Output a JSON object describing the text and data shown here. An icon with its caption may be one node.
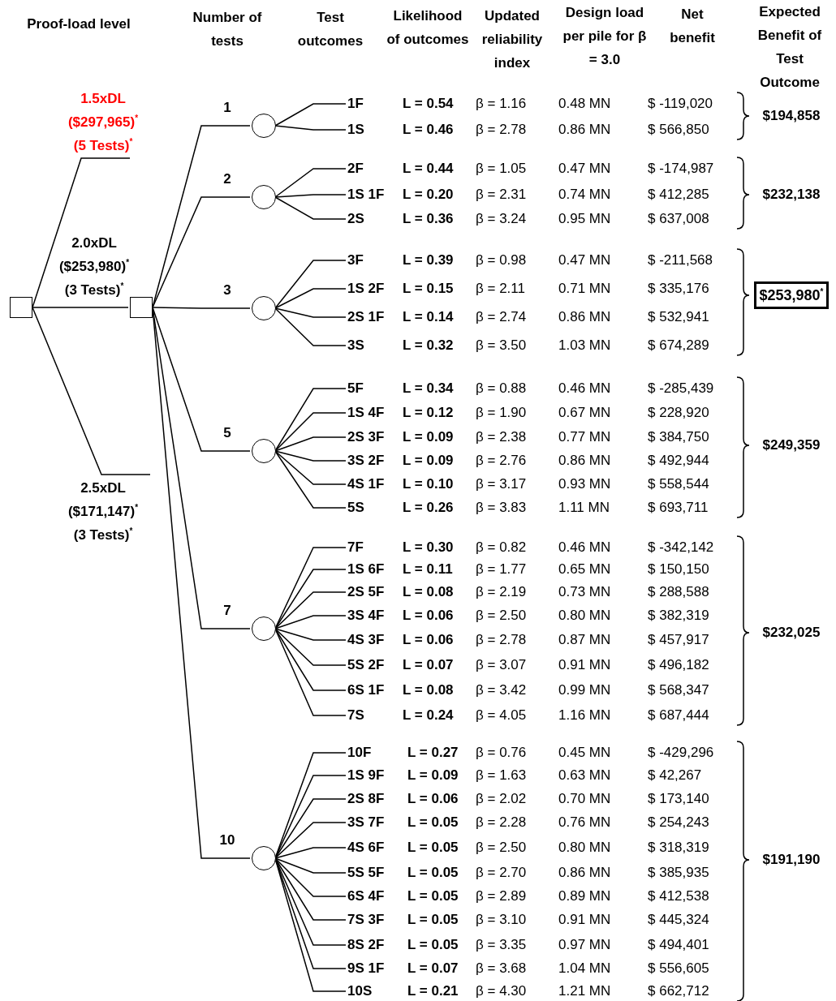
{
  "diagram": {
    "nodes": [
      {
        "text": [],
        "shape": "box"
      },
      {
        "text": [],
        "shape": "box"
      },
      {
        "text": [],
        "shape": "circle"
      },
      {
        "text": [],
        "shape": "circle"
      },
      {
        "text": [],
        "shape": "circle"
      },
      {
        "text": [],
        "shape": "circle"
      },
      {
        "text": [],
        "shape": "circle"
      },
      {
        "text": [],
        "shape": "circle"
      },
      {
        "text": [
          "1F"
        ]
      },
      {
        "text": [
          "1S"
        ]
      },
      {
        "text": [
          "2F"
        ]
      },
      {
        "text": [
          "1S 1F"
        ]
      },
      {
        "text": [
          "2S"
        ]
      },
      {
        "text": [
          "3F"
        ]
      },
      {
        "text": [
          "1S 2F"
        ]
      },
      {
        "text": [
          "2S 1F"
        ]
      },
      {
        "text": [
          "3S"
        ]
      },
      {
        "text": [
          "5F"
        ]
      },
      {
        "text": [
          "1S 4F"
        ]
      },
      {
        "text": [
          "2S 3F"
        ]
      },
      {
        "text": [
          "3S 2F"
        ]
      },
      {
        "text": [
          "4S 1F"
        ]
      },
      {
        "text": [
          "5S"
        ]
      },
      {
        "text": [
          "7F"
        ]
      },
      {
        "text": [
          "1S 6F"
        ]
      },
      {
        "text": [
          "2S 5F"
        ]
      },
      {
        "text": [
          "3S 4F"
        ]
      },
      {
        "text": [
          "4S 3F"
        ]
      },
      {
        "text": [
          "5S 2F"
        ]
      },
      {
        "text": [
          "6S 1F"
        ]
      },
      {
        "text": [
          "7S"
        ]
      },
      {
        "text": [
          "10F"
        ]
      },
      {
        "text": [
          "1S 9F"
        ]
      },
      {
        "text": [
          "2S 8F"
        ]
      },
      {
        "text": [
          "3S 7F"
        ]
      },
      {
        "text": [
          "4S 6F"
        ]
      },
      {
        "text": [
          "5S 5F"
        ]
      },
      {
        "text": [
          "6S 4F"
        ]
      },
      {
        "text": [
          "7S 3F"
        ]
      },
      {
        "text": [
          "8S 2F"
        ]
      },
      {
        "text": [
          "9S 1F"
        ]
      },
      {
        "text": [
          "10S"
        ]
      },
      {
        "text": [
          "$253,980$^{*}$"
        ]
      }
    ],
    "edges": [
      {
        "from": 0,
        "to": null,
        "arrow": "none",
        "label": "1.5xDL ($297,965)$^{*}$ (5 Tests)$^{*}$"
      },
      {
        "from": 0,
        "to": 1,
        "arrow": "none",
        "label": "2.0xDL ($253,980)$^{*}$ (3 Tests)$^{*}$"
      },
      {
        "from": 0,
        "to": null,
        "arrow": "none",
        "label": "2.5xDL ($171,147)$^{*}$ (3 Tests)$^{*}$"
      },
      {
        "from": 1,
        "to": 2,
        "arrow": "none",
        "label": "1"
      },
      {
        "from": 1,
        "to": 3,
        "arrow": "none",
        "label": "2"
      },
      {
        "from": 1,
        "to": 4,
        "arrow": "none",
        "label": "3"
      },
      {
        "from": 1,
        "to": 5,
        "arrow": "none",
        "label": "5"
      },
      {
        "from": 1,
        "to": 6,
        "arrow": "none",
        "label": "7"
      },
      {
        "from": 1,
        "to": 7,
        "arrow": "none",
        "label": "10"
      },
      {
        "from": 2,
        "to": 8,
        "arrow": "none"
      },
      {
        "from": 2,
        "to": 9,
        "arrow": "none"
      },
      {
        "from": 3,
        "to": 10,
        "arrow": "none"
      },
      {
        "from": 3,
        "to": 11,
        "arrow": "none"
      },
      {
        "from": 3,
        "to": 12,
        "arrow": "none"
      },
      {
        "from": 4,
        "to": 13,
        "arrow": "none"
      },
      {
        "from": 4,
        "to": 14,
        "arrow": "none"
      },
      {
        "from": 4,
        "to": 15,
        "arrow": "none"
      },
      {
        "from": 4,
        "to": 16,
        "arrow": "none"
      },
      {
        "from": 5,
        "to": 17,
        "arrow": "none"
      },
      {
        "from": 5,
        "to": 18,
        "arrow": "none"
      },
      {
        "from": 5,
        "to": 19,
        "arrow": "none"
      },
      {
        "from": 5,
        "to": 20,
        "arrow": "none"
      },
      {
        "from": 5,
        "to": 21,
        "arrow": "none"
      },
      {
        "from": 5,
        "to": 22,
        "arrow": "none"
      },
      {
        "from": 6,
        "to": 23,
        "arrow": "none"
      },
      {
        "from": 6,
        "to": 24,
        "arrow": "none"
      },
      {
        "from": 6,
        "to": 25,
        "arrow": "none"
      },
      {
        "from": 6,
        "to": 26,
        "arrow": "none"
      },
      {
        "from": 6,
        "to": 27,
        "arrow": "none"
      },
      {
        "from": 6,
        "to": 28,
        "arrow": "none"
      },
      {
        "from": 6,
        "to": 29,
        "arrow": "none"
      },
      {
        "from": 6,
        "to": 30,
        "arrow": "none"
      },
      {
        "from": 7,
        "to": 31,
        "arrow": "none"
      },
      {
        "from": 7,
        "to": 32,
        "arrow": "none"
      },
      {
        "from": 7,
        "to": 33,
        "arrow": "none"
      },
      {
        "from": 7,
        "to": 34,
        "arrow": "none"
      },
      {
        "from": 7,
        "to": 35,
        "arrow": "none"
      },
      {
        "from": 7,
        "to": 36,
        "arrow": "none"
      },
      {
        "from": 7,
        "to": 37,
        "arrow": "none"
      },
      {
        "from": 7,
        "to": 38,
        "arrow": "none"
      },
      {
        "from": 7,
        "to": 39,
        "arrow": "none"
      },
      {
        "from": 7,
        "to": 40,
        "arrow": "none"
      },
      {
        "from": 7,
        "to": 41,
        "arrow": "none"
      }
    ],
    "labels": [
      "Proof-load level",
      "Number of tests",
      "Test outcomes",
      "Likelihood of outcomes",
      "Updated reliability index",
      "Design load per pile for β = 3.0",
      "Net benefit",
      "Expected Benefit of Test Outcome",
      "L = 0.54",
      "β = 1.16",
      "0.48 MN",
      "$ -119,020",
      "L = 0.46",
      "β = 2.78",
      "0.86 MN",
      "$ 566,850",
      "$194,858",
      "L = 0.44",
      "β = 1.05",
      "0.47 MN",
      "$ -174,987",
      "L = 0.20",
      "β = 2.31",
      "0.74 MN",
      "$ 412,285",
      "L = 0.36",
      "β = 3.24",
      "0.95 MN",
      "$ 637,008",
      "$232,138",
      "L = 0.39",
      "β = 0.98",
      "0.47 MN",
      "$ -211,568",
      "L = 0.15",
      "β = 2.11",
      "0.71 MN",
      "$ 335,176",
      "L = 0.14",
      "β = 2.74",
      "0.86 MN",
      "$ 532,941",
      "L = 0.32",
      "β = 3.50",
      "1.03 MN",
      "$ 674,289",
      "L = 0.34",
      "β = 0.88",
      "0.46 MN",
      "$ -285,439",
      "L = 0.12",
      "β = 1.90",
      "0.67 MN",
      "$ 228,920",
      "L = 0.09",
      "β = 2.38",
      "0.77 MN",
      "$ 384,750",
      "L = 0.09",
      "β = 2.76",
      "0.86 MN",
      "$ 492,944",
      "L = 0.10",
      "β = 3.17",
      "0.93 MN",
      "$ 558,544",
      "L = 0.26",
      "β = 3.83",
      "1.11 MN",
      "$ 693,711",
      "$249,359",
      "L = 0.30",
      "β = 0.82",
      "0.46 MN",
      "$ -342,142",
      "L = 0.11",
      "β = 1.77",
      "0.65 MN",
      "$ 150,150",
      "L = 0.08",
      "β = 2.19",
      "0.73 MN",
      "$ 288,588",
      "L = 0.06",
      "β = 2.50",
      "0.80 MN",
      "$ 382,319",
      "L = 0.06",
      "β = 2.78",
      "0.87 MN",
      "$ 457,917",
      "L = 0.07",
      "β = 3.07",
      "0.91 MN",
      "$ 496,182",
      "L = 0.08",
      "β = 3.42",
      "0.99 MN",
      "$ 568,347",
      "L = 0.24",
      "β = 4.05",
      "1.16 MN",
      "$ 687,444",
      "$232,025",
      "L = 0.27",
      "β = 0.76",
      "0.45 MN",
      "$ -429,296",
      "L = 0.09",
      "β = 1.63",
      "0.63 MN",
      "$ 42,267",
      "L = 0.06",
      "β = 2.02",
      "0.70 MN",
      "$ 173,140",
      "L = 0.05",
      "β = 2.28",
      "0.76 MN",
      "$ 254,243",
      "L = 0.05",
      "β = 2.50",
      "0.80 MN",
      "$ 318,319",
      "L = 0.05",
      "β = 2.70",
      "0.86 MN",
      "$ 385,935",
      "L = 0.05",
      "β = 2.89",
      "0.89 MN",
      "$ 412,538",
      "L = 0.05",
      "β = 3.10",
      "0.91 MN",
      "$ 445,324",
      "L = 0.05",
      "β = 3.35",
      "0.97 MN",
      "$ 494,401",
      "L = 0.07",
      "β = 3.68",
      "1.04 MN",
      "$ 556,605",
      "L = 0.21",
      "β = 4.30",
      "1.21 MN",
      "$ 662,712",
      "$191,190"
    ]
  }
}
